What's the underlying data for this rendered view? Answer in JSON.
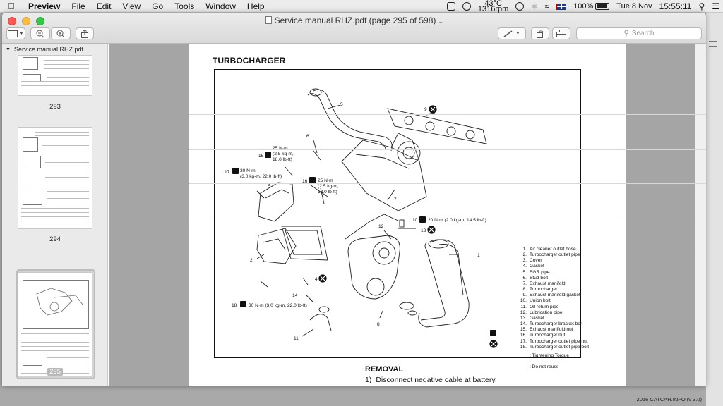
{
  "menubar": {
    "app_name": "Preview",
    "menus": [
      "File",
      "Edit",
      "View",
      "Go",
      "Tools",
      "Window",
      "Help"
    ],
    "temperature": "43°C",
    "rpm": "1316rpm",
    "battery": "100%",
    "date": "Tue 8 Nov",
    "time": "15:55:11"
  },
  "window": {
    "title": "Service manual RHZ.pdf (page 295 of 598)",
    "search_placeholder": "Search"
  },
  "sidebar": {
    "document": "Service manual RHZ.pdf",
    "pages": [
      {
        "label": "293"
      },
      {
        "label": "294"
      },
      {
        "label": "295",
        "selected": true
      }
    ]
  },
  "page": {
    "heading": "TURBOCHARGER",
    "callouts": {
      "c1": "1",
      "c2": "2",
      "c3": "3",
      "c4": "4",
      "c5": "5",
      "c6": "6",
      "c7": "7",
      "c8": "8",
      "c9": "9",
      "c10": "10",
      "c11": "11",
      "c12": "12",
      "c13": "13",
      "c14": "14",
      "c15": "15",
      "c16": "16",
      "c17": "17",
      "c18": "18"
    },
    "torques": {
      "t15_a": "25 N·m",
      "t15_b": "(2.5 kg-m,",
      "t15_c": "18.0 lb-ft)",
      "t17_a": "30 N·m",
      "t17_b": "(3.0 kg-m, 22.0 lb-ft)",
      "t16_a": "25 N·m",
      "t16_b": "(2.5 kg-m,",
      "t16_c": "18.0 lb-ft)",
      "t10": "20 N·m (2.0 kg-m, 14.5 lb-ft)",
      "t18": "30 N·m (3.0 kg-m, 22.0 lb-ft)"
    },
    "legend": [
      {
        "n": "1.",
        "t": "Air cleaner outlet hose"
      },
      {
        "n": "2.",
        "t": "Turbocharger outlet pipe"
      },
      {
        "n": "3.",
        "t": "Cover"
      },
      {
        "n": "4.",
        "t": "Gasket"
      },
      {
        "n": "5.",
        "t": "EGR pipe"
      },
      {
        "n": "6.",
        "t": "Stud bolt"
      },
      {
        "n": "7.",
        "t": "Exhaust manifold"
      },
      {
        "n": "8.",
        "t": "Turbocharger"
      },
      {
        "n": "9.",
        "t": "Exhaust manifold gasket"
      },
      {
        "n": "10.",
        "t": "Union bolt"
      },
      {
        "n": "11.",
        "t": "Oil return pipe"
      },
      {
        "n": "12.",
        "t": "Lubrication pipe"
      },
      {
        "n": "13.",
        "t": "Gasket"
      },
      {
        "n": "14.",
        "t": "Turbocharger bracket bolt"
      },
      {
        "n": "15.",
        "t": "Exhaust manifold nut"
      },
      {
        "n": "16.",
        "t": "Turbocharger nut"
      },
      {
        "n": "17.",
        "t": "Turbocharger outlet pipe nut"
      },
      {
        "n": "18.",
        "t": "Turbocharger outlet pipe bolt"
      }
    ],
    "legend_tightening": ": Tightening Torque",
    "legend_noreuse": ": Do not reuse",
    "removal_heading": "REMOVAL",
    "step1_num": "1)",
    "step1_text": "Disconnect negative cable at battery."
  },
  "footer": "2016 CATCAR.INFO (v 3.0)"
}
